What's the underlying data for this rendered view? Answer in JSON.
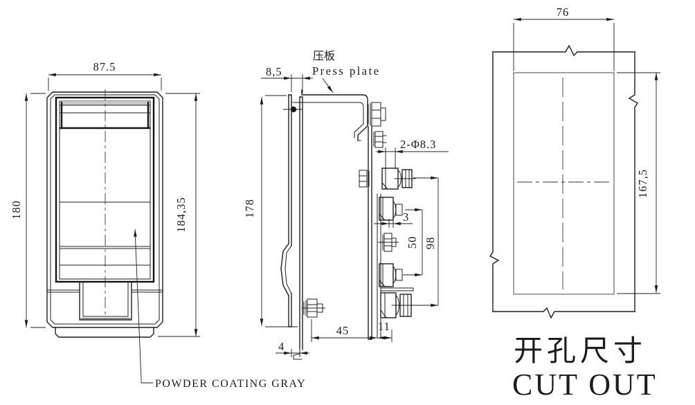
{
  "meta": {
    "background": "#ffffff",
    "line_color": "#1c1c1c",
    "secondary_line_color": "#6e6e6e"
  },
  "front_view": {
    "dim_width": "87.5",
    "dim_height_body": "180",
    "dim_height_total": "184,35",
    "note": "POWDER COATING GRAY"
  },
  "side_view": {
    "label_press_plate_cn": "压板",
    "label_press_plate_en": "Press plate",
    "dim_bezel_depth": "8,5",
    "dim_height": "178",
    "dim_holes": "2-Φ8.3",
    "dim_offset": "3",
    "dim_pitch": "50",
    "dim_span": "98",
    "dim_depth": "45",
    "dim_tab": "11",
    "dim_thickness": "4"
  },
  "cutout_view": {
    "dim_width": "76",
    "dim_height": "167,5",
    "title_cn": "开孔尺寸",
    "title_en": "CUT OUT"
  }
}
